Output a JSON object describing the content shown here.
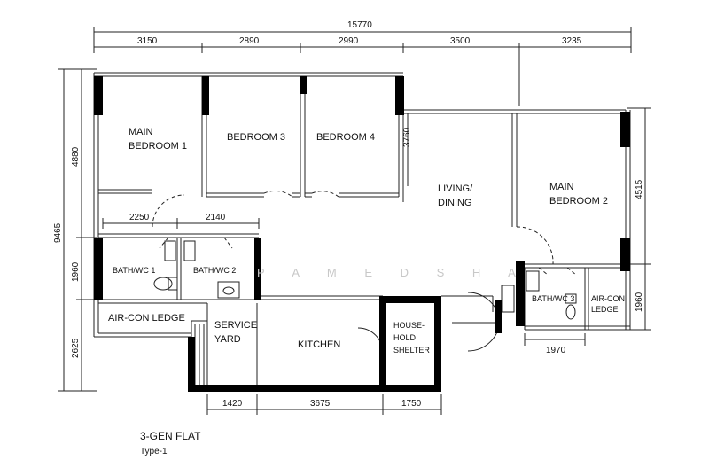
{
  "dimensions": {
    "total_width": "15770",
    "top": [
      "3150",
      "2890",
      "2990",
      "3500",
      "3235"
    ],
    "bottom": [
      "1420",
      "3675",
      "1750"
    ],
    "left_total": "9465",
    "left": [
      "4880",
      "1960",
      "2625"
    ],
    "right": [
      "4515",
      "1960"
    ],
    "inner_bath_widths": [
      "2250",
      "2140"
    ],
    "bedroom4_depth": "3760",
    "bath3_width": "1970"
  },
  "rooms": {
    "main_bedroom_1": [
      "MAIN",
      "BEDROOM 1"
    ],
    "bedroom_3": "BEDROOM 3",
    "bedroom_4": "BEDROOM 4",
    "living_dining": [
      "LIVING/",
      "DINING"
    ],
    "main_bedroom_2": [
      "MAIN",
      "BEDROOM 2"
    ],
    "bath_wc_1": "BATH/WC 1",
    "bath_wc_2": "BATH/WC 2",
    "bath_wc_3": "BATH/WC 3",
    "aircon_ledge_left": "AIR-CON LEDGE",
    "aircon_ledge_right": [
      "AIR-CON",
      "LEDGE"
    ],
    "service_yard": [
      "SERVICE",
      "YARD"
    ],
    "kitchen": "KITCHEN",
    "household_shelter": [
      "HOUSE-",
      "HOLD",
      "SHELTER"
    ]
  },
  "watermark": "P A M E D   S H A",
  "caption": {
    "title": "3-GEN FLAT",
    "subtitle": "Type-1"
  },
  "colors": {
    "wall": "#000000",
    "line": "#222222",
    "watermark": "#c8c8c8"
  }
}
